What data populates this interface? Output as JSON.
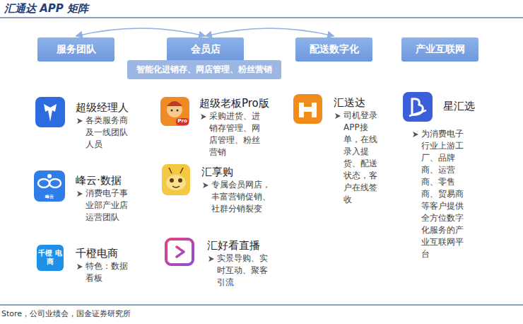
{
  "diagram": {
    "title": "汇通达 APP 矩阵",
    "caption": "Store，公司业绩会，国金证券研究所",
    "nodes": [
      {
        "text": [
          "服务团队"
        ]
      },
      {
        "text": [
          "会员店"
        ]
      },
      {
        "text": [
          "配送数字化"
        ]
      },
      {
        "text": [
          "产业互联网"
        ]
      },
      {
        "text": [
          "智能化进销存、网店管理、粉丝营销"
        ]
      }
    ],
    "edges": [
      {
        "from": 0,
        "to": 1,
        "arrow": "both"
      },
      {
        "from": 1,
        "to": 2,
        "arrow": "both"
      }
    ],
    "labels": [
      "超级经理人",
      "各类服务商及一线团队人员",
      "峰云·数据",
      "消费电子事业部产业店运营团队",
      "千橙电商",
      "特色：数据看板",
      "超级老板Pro版",
      "采购进货、进销存管理、网店管理、粉丝营销",
      "汇享购",
      "专属会员网店，丰富营销促销、社群分销裂变",
      "汇好看直播",
      "实景导购、实时互动、聚客引流",
      "汇送达",
      "司机登录APP接单，在线录入提货、配送状态，客户在线签收",
      "星汇选",
      "为消费电子行业上游工厂、品牌商、运营商、零售商、贸易商等客户提供全方位数字化服务的产业互联网平台",
      "千橙 电商",
      "峰云",
      "Pro"
    ]
  }
}
